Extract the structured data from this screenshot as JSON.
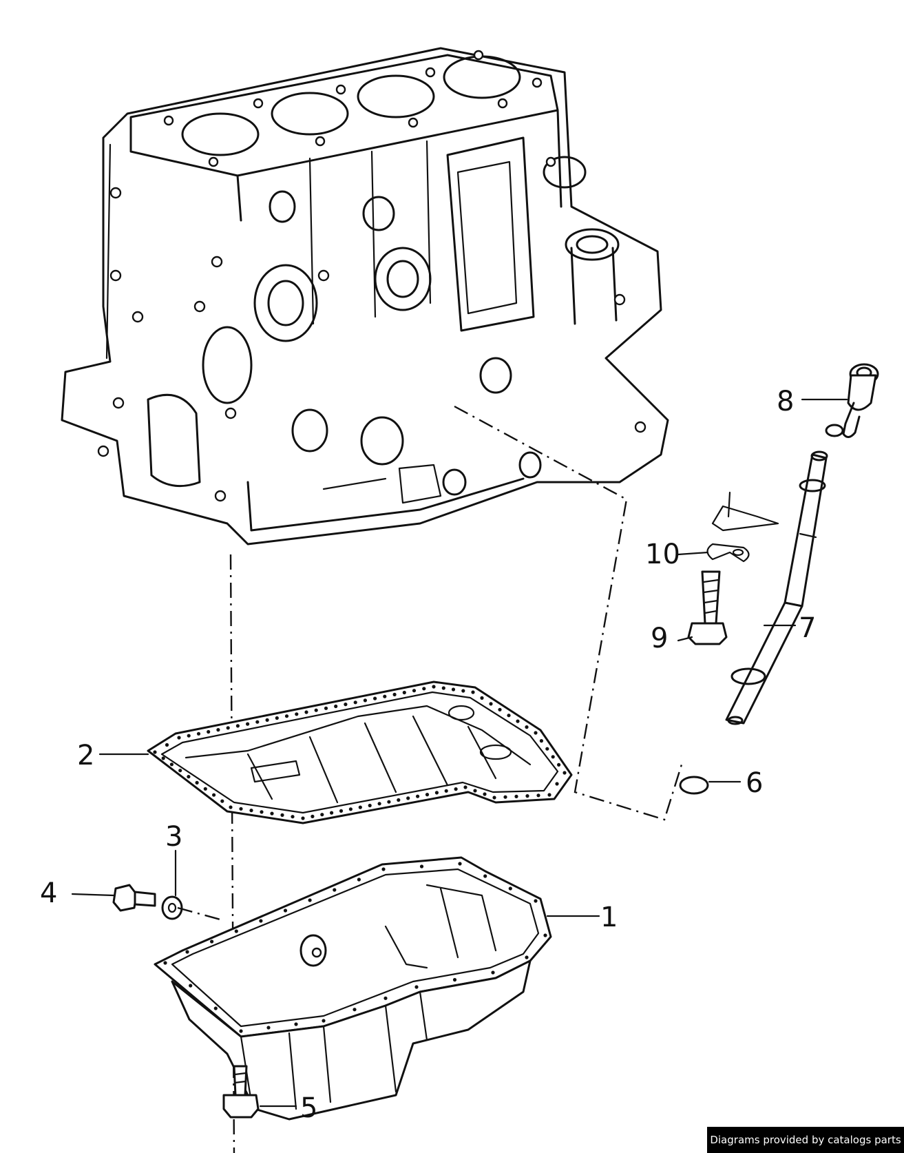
{
  "diagram": {
    "callouts": [
      {
        "id": "1",
        "label": "1"
      },
      {
        "id": "2",
        "label": "2"
      },
      {
        "id": "3",
        "label": "3"
      },
      {
        "id": "4",
        "label": "4"
      },
      {
        "id": "5",
        "label": "5"
      },
      {
        "id": "6",
        "label": "6"
      },
      {
        "id": "7",
        "label": "7"
      },
      {
        "id": "8",
        "label": "8"
      },
      {
        "id": "9",
        "label": "9"
      },
      {
        "id": "10",
        "label": "10"
      }
    ]
  },
  "footer": {
    "attribution": "Diagrams provided by catalogs parts"
  }
}
